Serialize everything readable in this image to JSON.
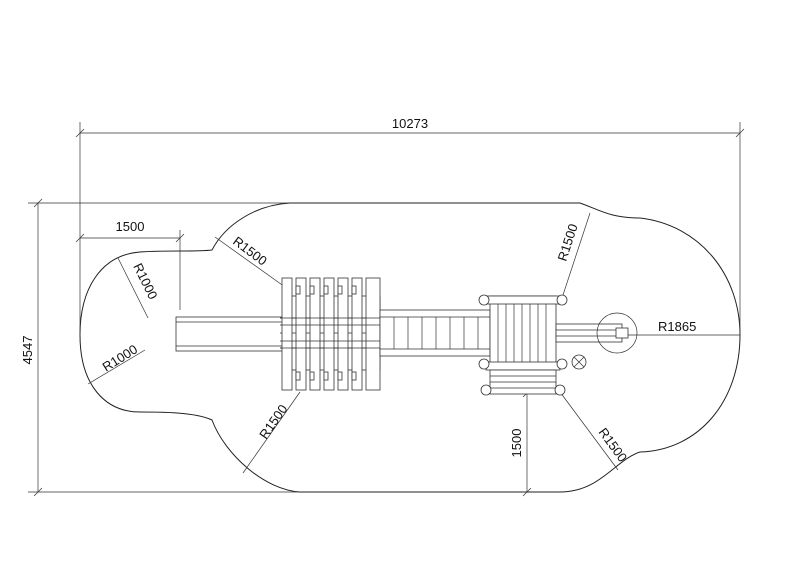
{
  "drawing": {
    "dimensions": {
      "overall_length": "10273",
      "overall_width": "4547",
      "left_offset": "1500",
      "right_offset": "1500"
    },
    "radii": {
      "top_left_lobe": "R1000",
      "bottom_left_lobe": "R1000",
      "top_left_bulge": "R1500",
      "bottom_left_bulge": "R1500",
      "top_right_bulge": "R1500",
      "bottom_right_bulge": "R1500",
      "right_end": "R1865"
    }
  }
}
